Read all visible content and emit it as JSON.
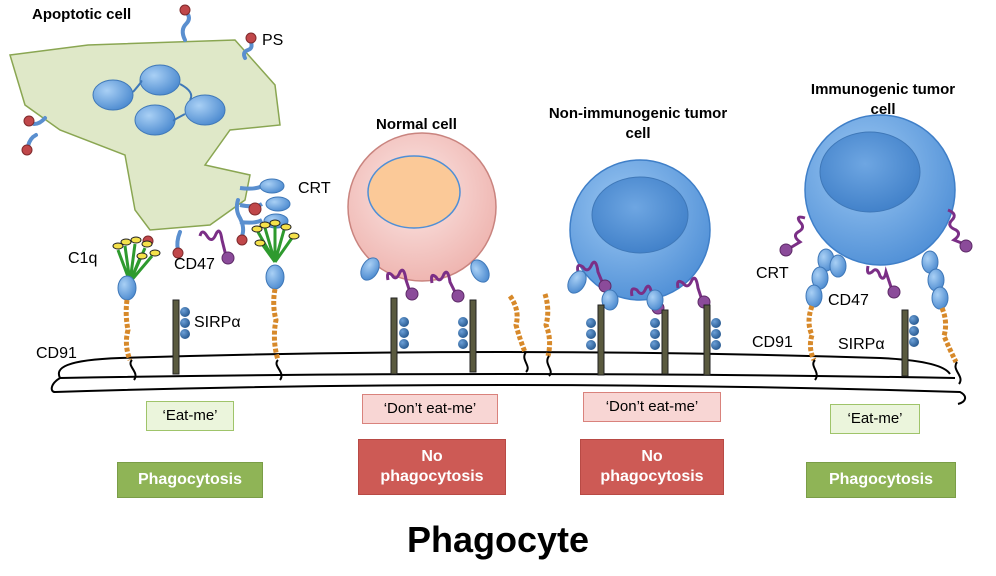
{
  "cells": {
    "apoptotic": "Apoptotic cell",
    "normal": "Normal cell",
    "non_immunogenic": "Non-immunogenic tumor cell",
    "immunogenic": "Immunogenic tumor cell"
  },
  "molecules": {
    "ps": "PS",
    "crt_left": "CRT",
    "c1q": "C1q",
    "cd47_left": "CD47",
    "sirpa_left": "SIRPα",
    "cd91_left": "CD91",
    "crt_right": "CRT",
    "cd47_right": "CD47",
    "cd91_right": "CD91",
    "sirpa_right": "SIRPα"
  },
  "signals": {
    "eat_me_1": "‘Eat-me’",
    "dont_eat_me_1": "‘Don’t eat-me’",
    "dont_eat_me_2": "‘Don’t eat-me’",
    "eat_me_2": "‘Eat-me’"
  },
  "outcomes": {
    "phagocytosis_1": "Phagocytosis",
    "no_phagocytosis_1": "No phagocytosis",
    "no_phagocytosis_2": "No phagocytosis",
    "phagocytosis_2": "Phagocytosis"
  },
  "footer": {
    "phagocyte": "Phagocyte"
  },
  "colors": {
    "apoptotic_fill": "#dfe8c8",
    "normal_fill": "#f5cfcc",
    "nucleus_orange": "#fbc998",
    "tumor_blue": "#6aa7e6",
    "cd47_purple": "#7b2f86",
    "cd91_orange": "#d7892a",
    "eat_me_green": "#8fb456",
    "no_phago_red": "#cd5a55"
  }
}
